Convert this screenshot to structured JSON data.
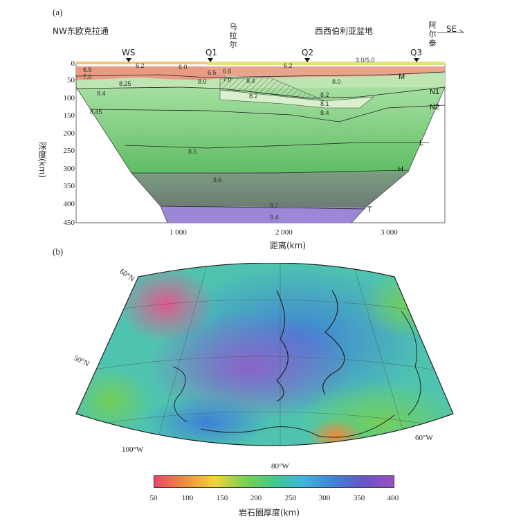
{
  "panel_a": {
    "label": "(a)",
    "left_region": "NW东欧克拉通",
    "center_region_vertical": "乌拉尔",
    "right_region": "西西伯利亚盆地",
    "far_right_region_vertical": "阿尔泰",
    "direction": "SE",
    "stations": [
      "WS",
      "Q1",
      "Q2",
      "Q3"
    ],
    "y_axis_title": "深度(km)",
    "x_axis_title": "距离(km)",
    "y_ticks": [
      "0",
      "50",
      "100",
      "150",
      "200",
      "250",
      "300",
      "350",
      "400",
      "450"
    ],
    "x_ticks": [
      "1 000",
      "2 000",
      "3 000"
    ],
    "boundary_labels": [
      "M",
      "N1",
      "N2",
      "L",
      "H",
      "T"
    ],
    "velocity_labels": [
      "6.2",
      "6.5",
      "7.0",
      "8.25",
      "8.4",
      "8.45",
      "6.0",
      "6.5",
      "6.6",
      "7.0",
      "8.0",
      "8.4",
      "8.2",
      "6.2",
      "3.0/5.0",
      "8.0",
      "8.2",
      "8.1",
      "8.4",
      "8.5",
      "8.6",
      "8.7",
      "9.4"
    ]
  },
  "panel_b": {
    "label": "(b)",
    "lat_labels": [
      "60°N",
      "50°N"
    ],
    "lon_labels": [
      "100°W",
      "80°W",
      "60°W"
    ],
    "colorbar_ticks": [
      "50",
      "100",
      "150",
      "200",
      "250",
      "300",
      "350",
      "400"
    ],
    "colorbar_title": "岩石圈厚度(km)",
    "colors": [
      "#e8476b",
      "#f08a3a",
      "#f2d23c",
      "#7ad14d",
      "#40c98a",
      "#3eb6df",
      "#3f82d8",
      "#6a53c8",
      "#9a4fc0"
    ]
  }
}
